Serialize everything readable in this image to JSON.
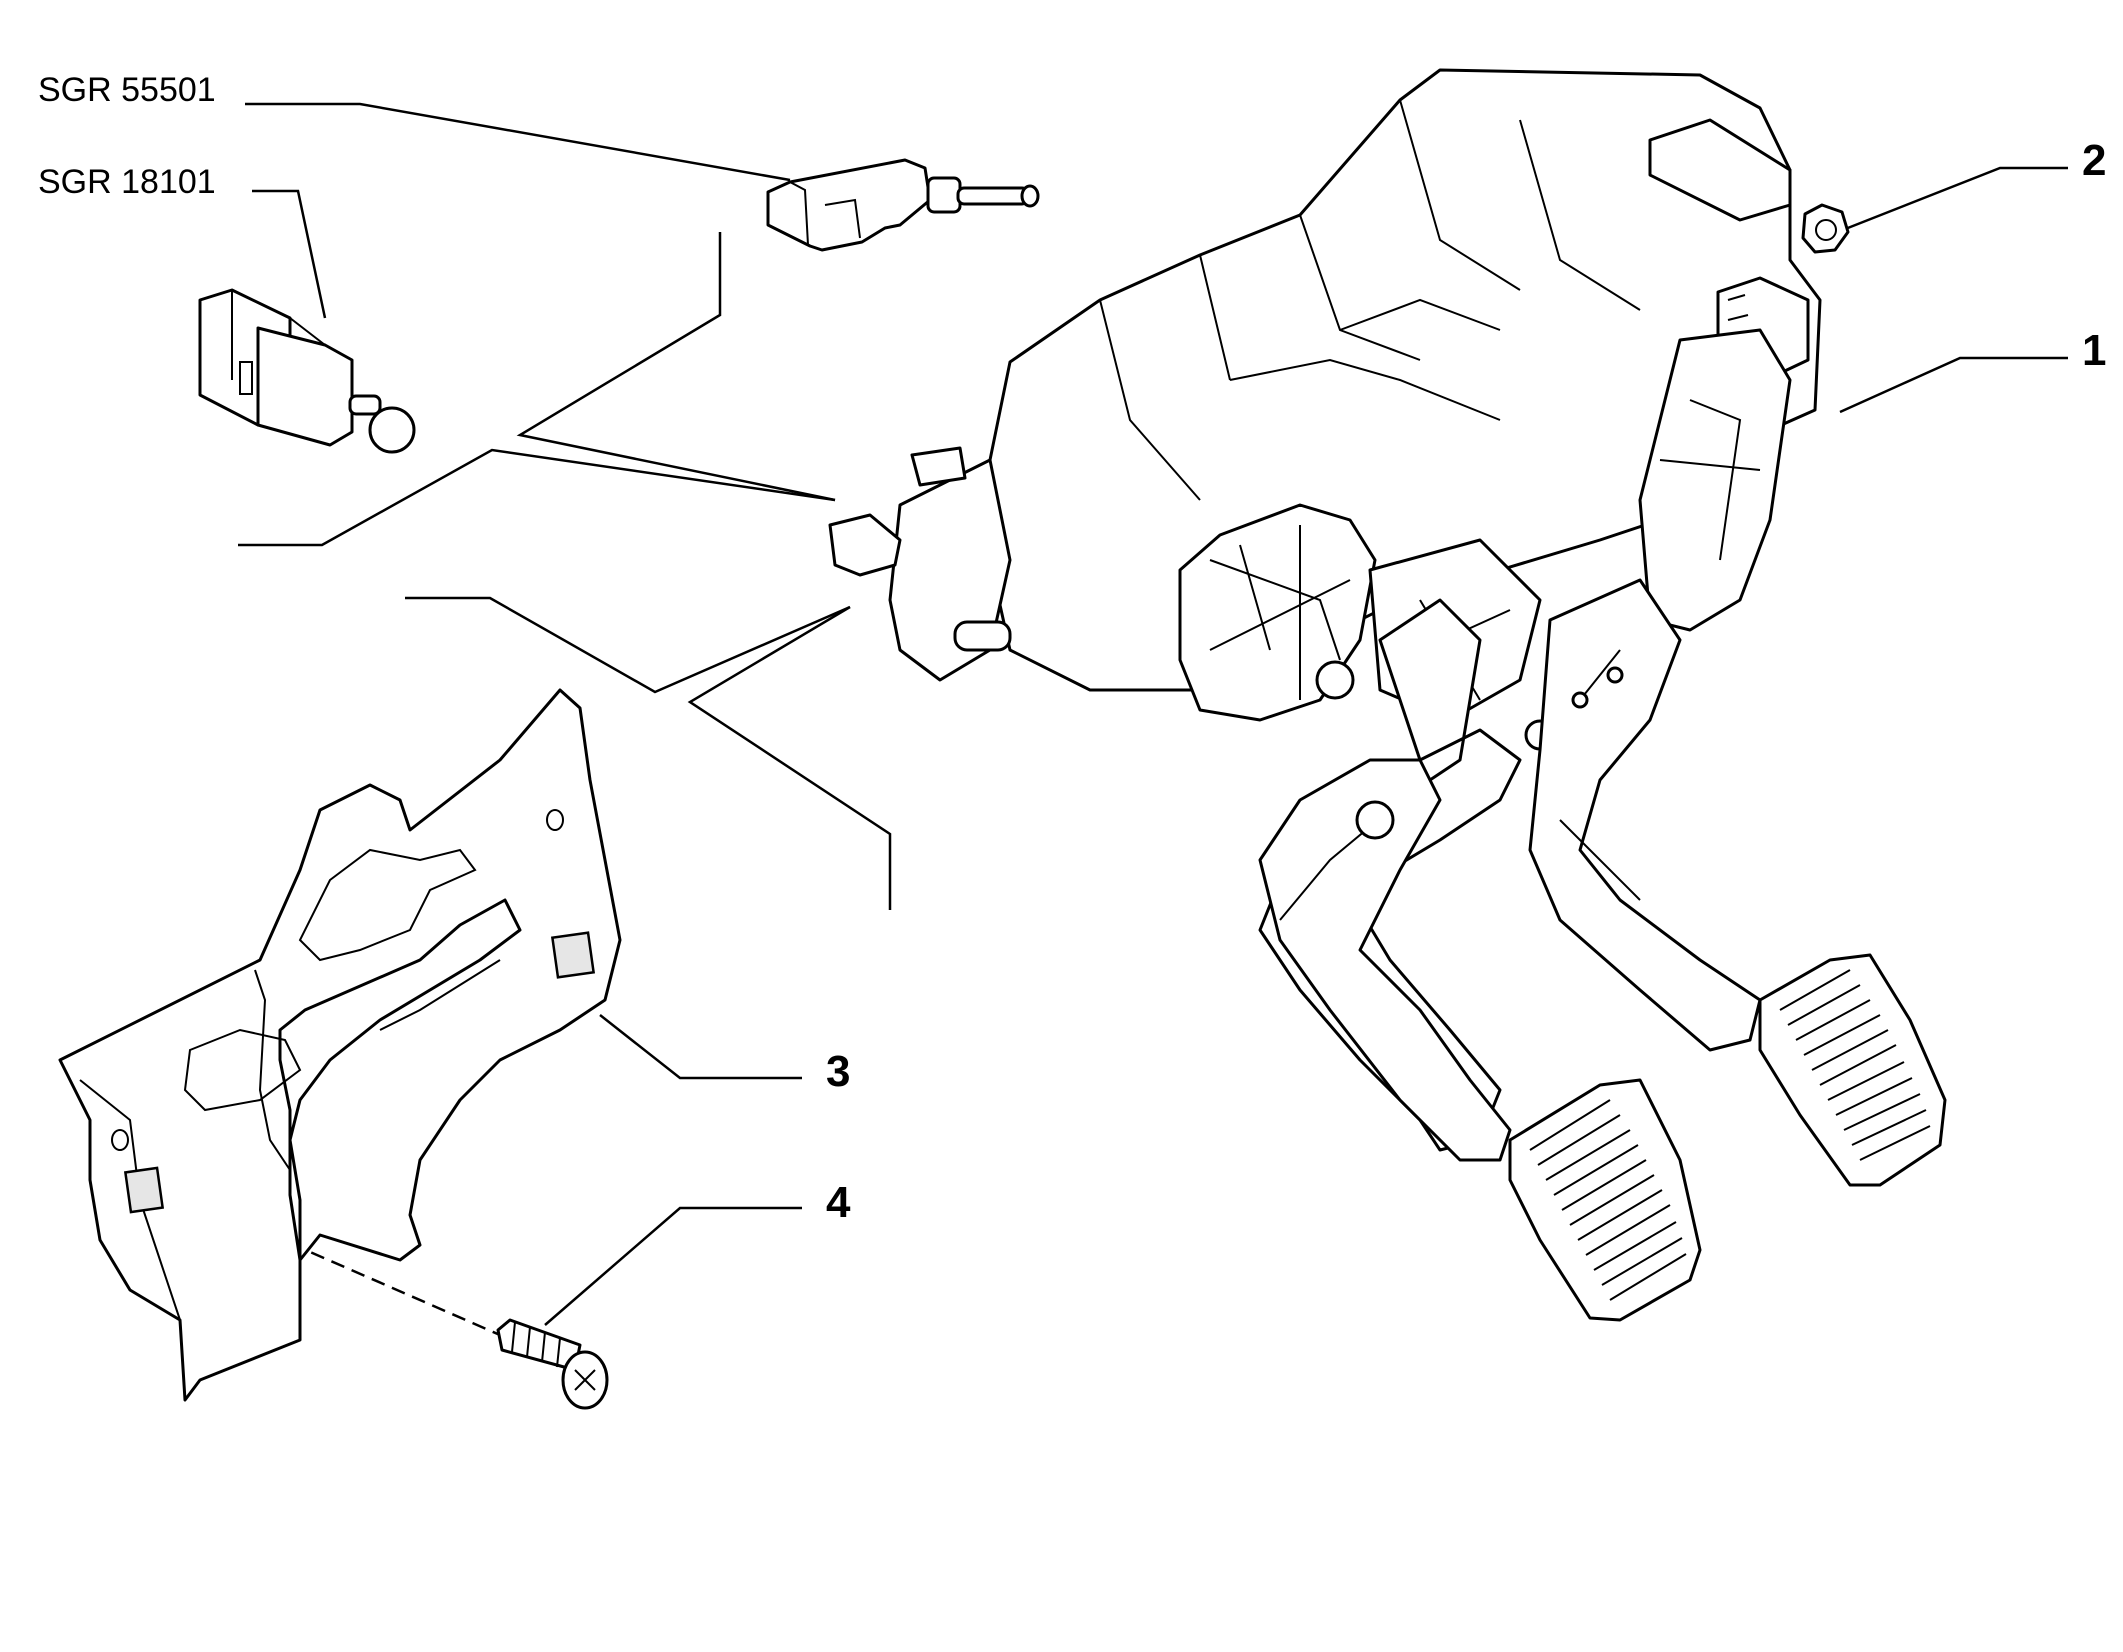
{
  "diagram": {
    "callouts": {
      "code_switch_clutch": "SGR 55501",
      "code_switch_brake": "SGR 18101",
      "num_pedal_assembly": "1",
      "num_nut": "2",
      "num_cover": "3",
      "num_screw": "4"
    }
  }
}
